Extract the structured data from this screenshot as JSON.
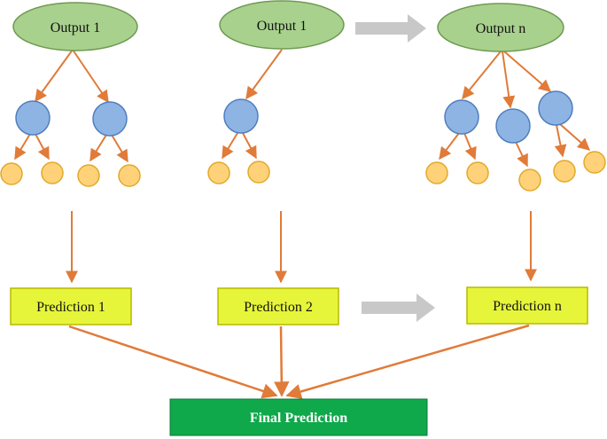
{
  "trees": [
    {
      "output_label": "Output 1",
      "prediction_label": "Prediction 1"
    },
    {
      "output_label": "Output 1",
      "prediction_label": "Prediction 2"
    },
    {
      "output_label": "Output n",
      "prediction_label": "Prediction n"
    }
  ],
  "final": {
    "label": "Final Prediction"
  },
  "colors": {
    "root_fill": "#a9d18e",
    "root_stroke": "#6f9a52",
    "node_fill": "#8eb4e3",
    "node_stroke": "#4f7fbf",
    "leaf_fill": "#ffd27a",
    "leaf_stroke": "#e3a92a",
    "arrow": "#e07b39",
    "prediction_fill": "#e6f53a",
    "prediction_stroke": "#b8b800",
    "final_fill": "#0fa84a",
    "final_text": "#ffffff",
    "gray_arrow": "#c8c8c8"
  }
}
